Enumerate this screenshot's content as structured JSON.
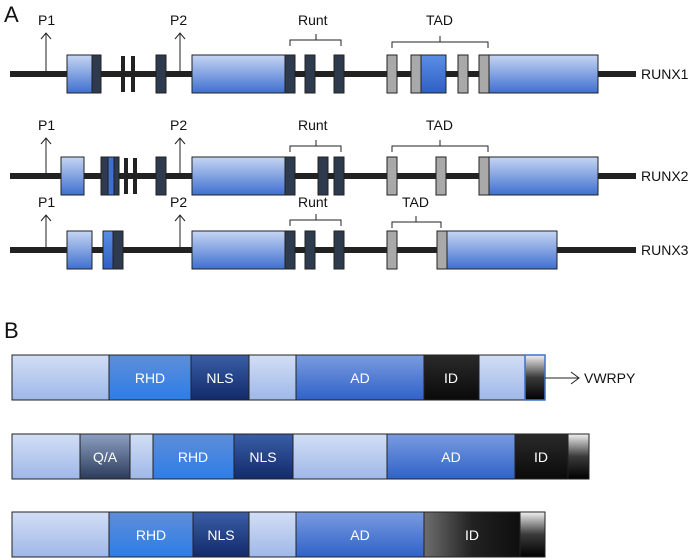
{
  "panel_a": {
    "letter": "A",
    "genes": [
      {
        "name": "RUNX1",
        "promoter1": "P1",
        "promoter2": "P2",
        "runt": "Runt",
        "tad": "TAD"
      },
      {
        "name": "RUNX2",
        "promoter1": "P1",
        "promoter2": "P2",
        "runt": "Runt",
        "tad": "TAD"
      },
      {
        "name": "RUNX3",
        "promoter1": "P1",
        "promoter2": "P2",
        "runt": "Runt",
        "tad": "TAD"
      }
    ]
  },
  "panel_b": {
    "letter": "B",
    "proteins": [
      {
        "domains": [
          "RHD",
          "NLS",
          "AD",
          "ID"
        ],
        "motif": "VWRPY"
      },
      {
        "domains": [
          "Q/A",
          "RHD",
          "NLS",
          "AD",
          "ID"
        ]
      },
      {
        "domains": [
          "RHD",
          "NLS",
          "AD",
          "ID"
        ]
      }
    ]
  },
  "colors": {
    "line": "#222222",
    "exon_light": "#b8ccee",
    "exon_blue": "#3f6fd0",
    "exon_dark": "#2e3a4d",
    "exon_gray": "#a9a9a9",
    "rhd": "#3d7fe0",
    "nls": "#1f3f8a",
    "ad": "#3f72d0",
    "id": "#161616",
    "qa": "#3b4d6d"
  }
}
